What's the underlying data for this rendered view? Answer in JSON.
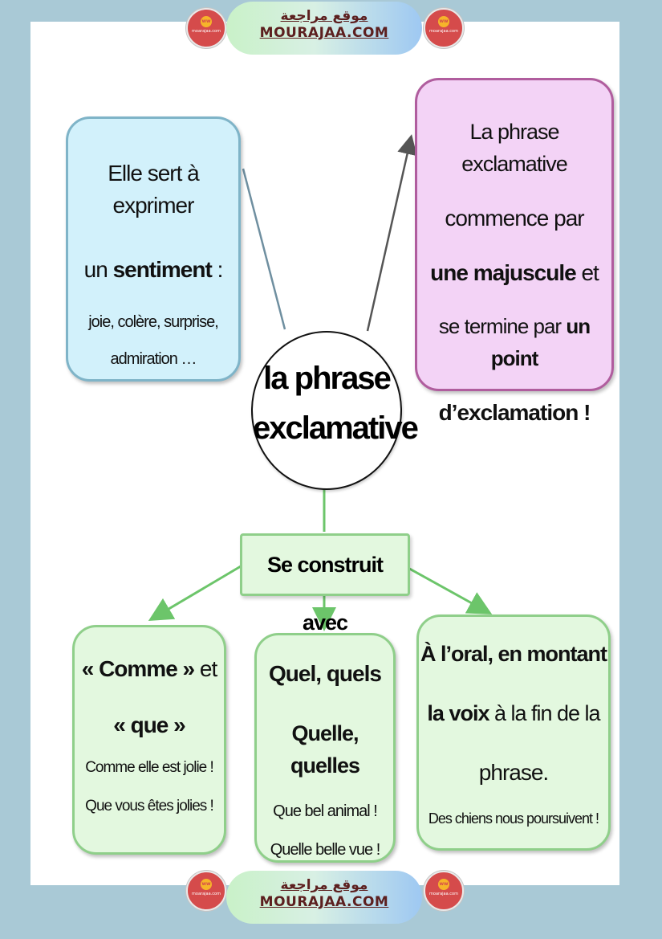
{
  "watermark": {
    "arabic": "موقع مراجعة",
    "site": "MOURAJAA.COM",
    "logo_text": "moarajaa.com"
  },
  "diagram": {
    "center": {
      "line1": "la phrase",
      "line2": "exclamative"
    },
    "sentiment_box": {
      "line1": "Elle sert à exprimer",
      "line2_pre": "un ",
      "line2_bold": "sentiment",
      "line2_post": " :",
      "line3": "joie, colère, surprise,",
      "line4": "admiration …"
    },
    "majuscule_box": {
      "line1": "La phrase exclamative",
      "line2": "commence par",
      "line3_bold": "une majuscule",
      "line3_post": " et",
      "line4_pre": "se termine par ",
      "line4_bold": "un point",
      "line5_bold": "d’exclamation",
      "line5_post": "   !"
    },
    "construit": "Se construit avec",
    "comme_box": {
      "line1_bold": "« Comme »",
      "line1_post": " et",
      "line2_bold": "« que »",
      "ex1": "Comme elle est jolie !",
      "ex2": "Que vous êtes jolies !"
    },
    "quel_box": {
      "line1": "Quel, quels",
      "line2": "Quelle, quelles",
      "ex1": "Que bel animal !",
      "ex2": "Quelle belle vue !"
    },
    "oral_box": {
      "line1": "À l’oral, en montant",
      "line2_bold": "la voix",
      "line2_post": " à la fin de la",
      "line3": "phrase.",
      "ex1": "Des chiens nous poursuivent !"
    }
  },
  "colors": {
    "background": "#a9c9d6",
    "blue_box": "#d2f1fb",
    "pink_box": "#f3d3f6",
    "green_box": "#e3f8df"
  }
}
